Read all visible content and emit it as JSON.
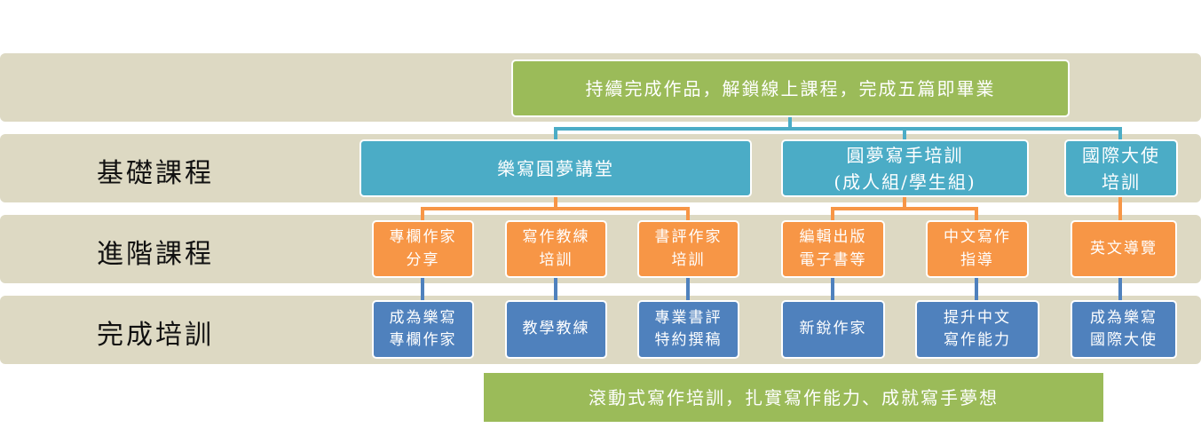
{
  "rows": {
    "basic": "基礎課程",
    "advanced": "進階課程",
    "complete": "完成培訓"
  },
  "top_goal": "持續完成作品，解鎖線上課程，完成五篇即畢業",
  "basic_courses": [
    "樂寫圓夢講堂",
    "圓夢寫手培訓\n(成人組/學生組)",
    "國際大使\n培訓"
  ],
  "advanced_courses": [
    "專欄作家\n分享",
    "寫作教練\n培訓",
    "書評作家\n培訓",
    "編輯出版\n電子書等",
    "中文寫作\n指導",
    "英文導覽"
  ],
  "outcomes": [
    "成為樂寫\n專欄作家",
    "教學教練",
    "專業書評\n特約撰稿",
    "新銳作家",
    "提升中文\n寫作能力",
    "成為樂寫\n國際大使"
  ],
  "bottom_slogan": "滾動式寫作培訓，扎實寫作能力、成就寫手夢想",
  "colors": {
    "green": "#9bbb59",
    "cyan": "#4bacc6",
    "orange": "#f79646",
    "blue": "#4f81bd",
    "band": "#ddd9c3"
  }
}
